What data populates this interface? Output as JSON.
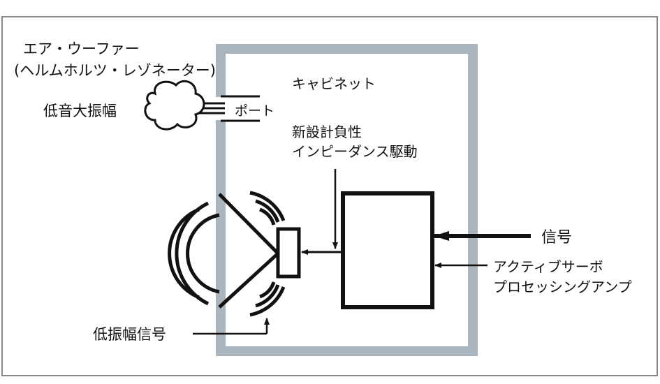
{
  "labels": {
    "air_woofer_line1": "エア・ウーファー",
    "air_woofer_line2": "(ヘルムホルツ・レゾネーター)",
    "low_freq_large_amp": "低音大振幅",
    "port": "ポート",
    "cabinet": "キャビネット",
    "new_design_line1": "新設計負性",
    "new_design_line2": "インピーダンス駆動",
    "signal": "信号",
    "amp_line1": "アクティブサーボ",
    "amp_line2": "プロセッシングアンプ",
    "low_amp_signal": "低振幅信号"
  },
  "icons": [
    "cloud-icon",
    "sound-wave-icon",
    "arrow-icon"
  ],
  "colors": {
    "cabinet_wall": "#aab5be",
    "ink": "#111111",
    "background": "#ffffff"
  }
}
